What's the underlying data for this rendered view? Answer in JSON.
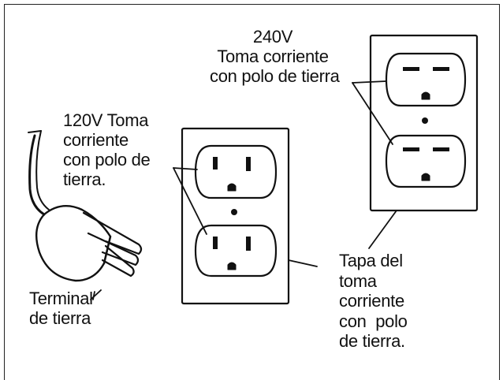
{
  "labels": {
    "l240": [
      "240V",
      "Toma corriente",
      "con polo de tierra"
    ],
    "l120": [
      "120V Toma",
      "corriente",
      "con polo de",
      "tierra."
    ],
    "terminal": [
      "Terminal",
      "de tierra"
    ],
    "tapa": [
      "Tapa del",
      "toma",
      "corriente",
      "con  polo",
      "de tierra."
    ]
  },
  "colors": {
    "ink": "#111111",
    "background": "#ffffff"
  }
}
